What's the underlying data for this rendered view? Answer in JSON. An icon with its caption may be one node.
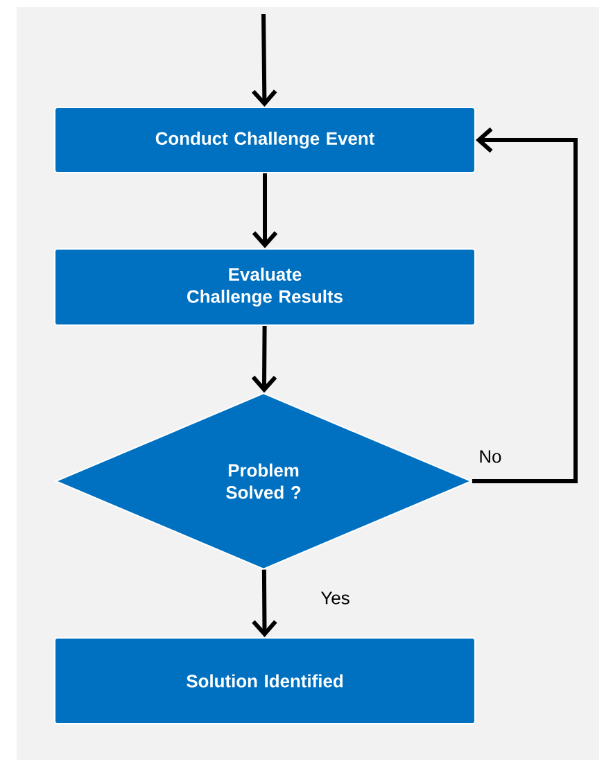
{
  "diagram": {
    "nodes": [
      {
        "text": [
          "Conduct Challenge Event"
        ]
      },
      {
        "text": [
          "Evaluate Challenge Results"
        ]
      },
      {
        "text": [
          "Problem Solved ?"
        ]
      },
      {
        "text": [
          "Solution Identified"
        ]
      }
    ],
    "edges": [
      {
        "from": null,
        "to": 0,
        "arrow": "to"
      },
      {
        "from": 0,
        "to": 1,
        "arrow": "to"
      },
      {
        "from": 1,
        "to": 2,
        "arrow": "to"
      },
      {
        "from": 2,
        "to": 3,
        "arrow": "to",
        "label": "Yes"
      },
      {
        "from": 2,
        "to": 0,
        "arrow": "to",
        "label": "No"
      }
    ]
  }
}
